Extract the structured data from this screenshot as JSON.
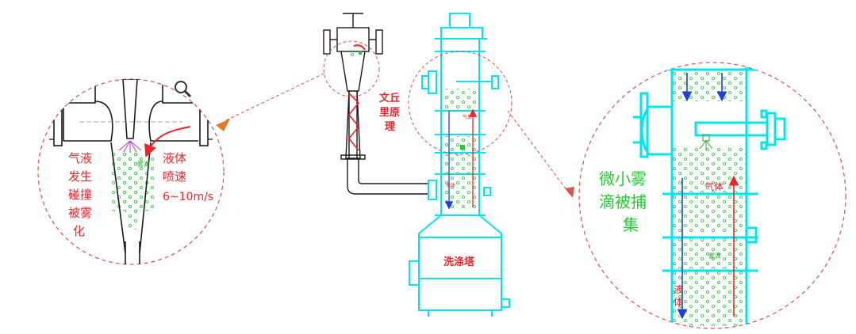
{
  "venturi_label": [
    "文丘",
    "里原",
    "理"
  ],
  "washing_tower_label": "洗涤塔",
  "left_zoom": {
    "collision_text": [
      "气液",
      "发生",
      "碰撞",
      "被雾",
      "化"
    ],
    "spray_text": [
      "液体",
      "喷速",
      "6~10m/s"
    ],
    "small_label": "雾滴"
  },
  "right_zoom": {
    "capture_text": [
      "微小雾",
      "滴被捕",
      "集"
    ],
    "gas_label": "气体",
    "liquid_label": [
      "液",
      "体"
    ],
    "small_label": "雾滴"
  },
  "tower_small_labels": {
    "gas": "气体",
    "liquid": "液体"
  },
  "colors": {
    "cyan": "#00e5ee",
    "dark": "#1a1a1a",
    "red": "#e8262b",
    "green": "#22cc33",
    "blue": "#1f3fd6",
    "dashed": "#e06060"
  }
}
